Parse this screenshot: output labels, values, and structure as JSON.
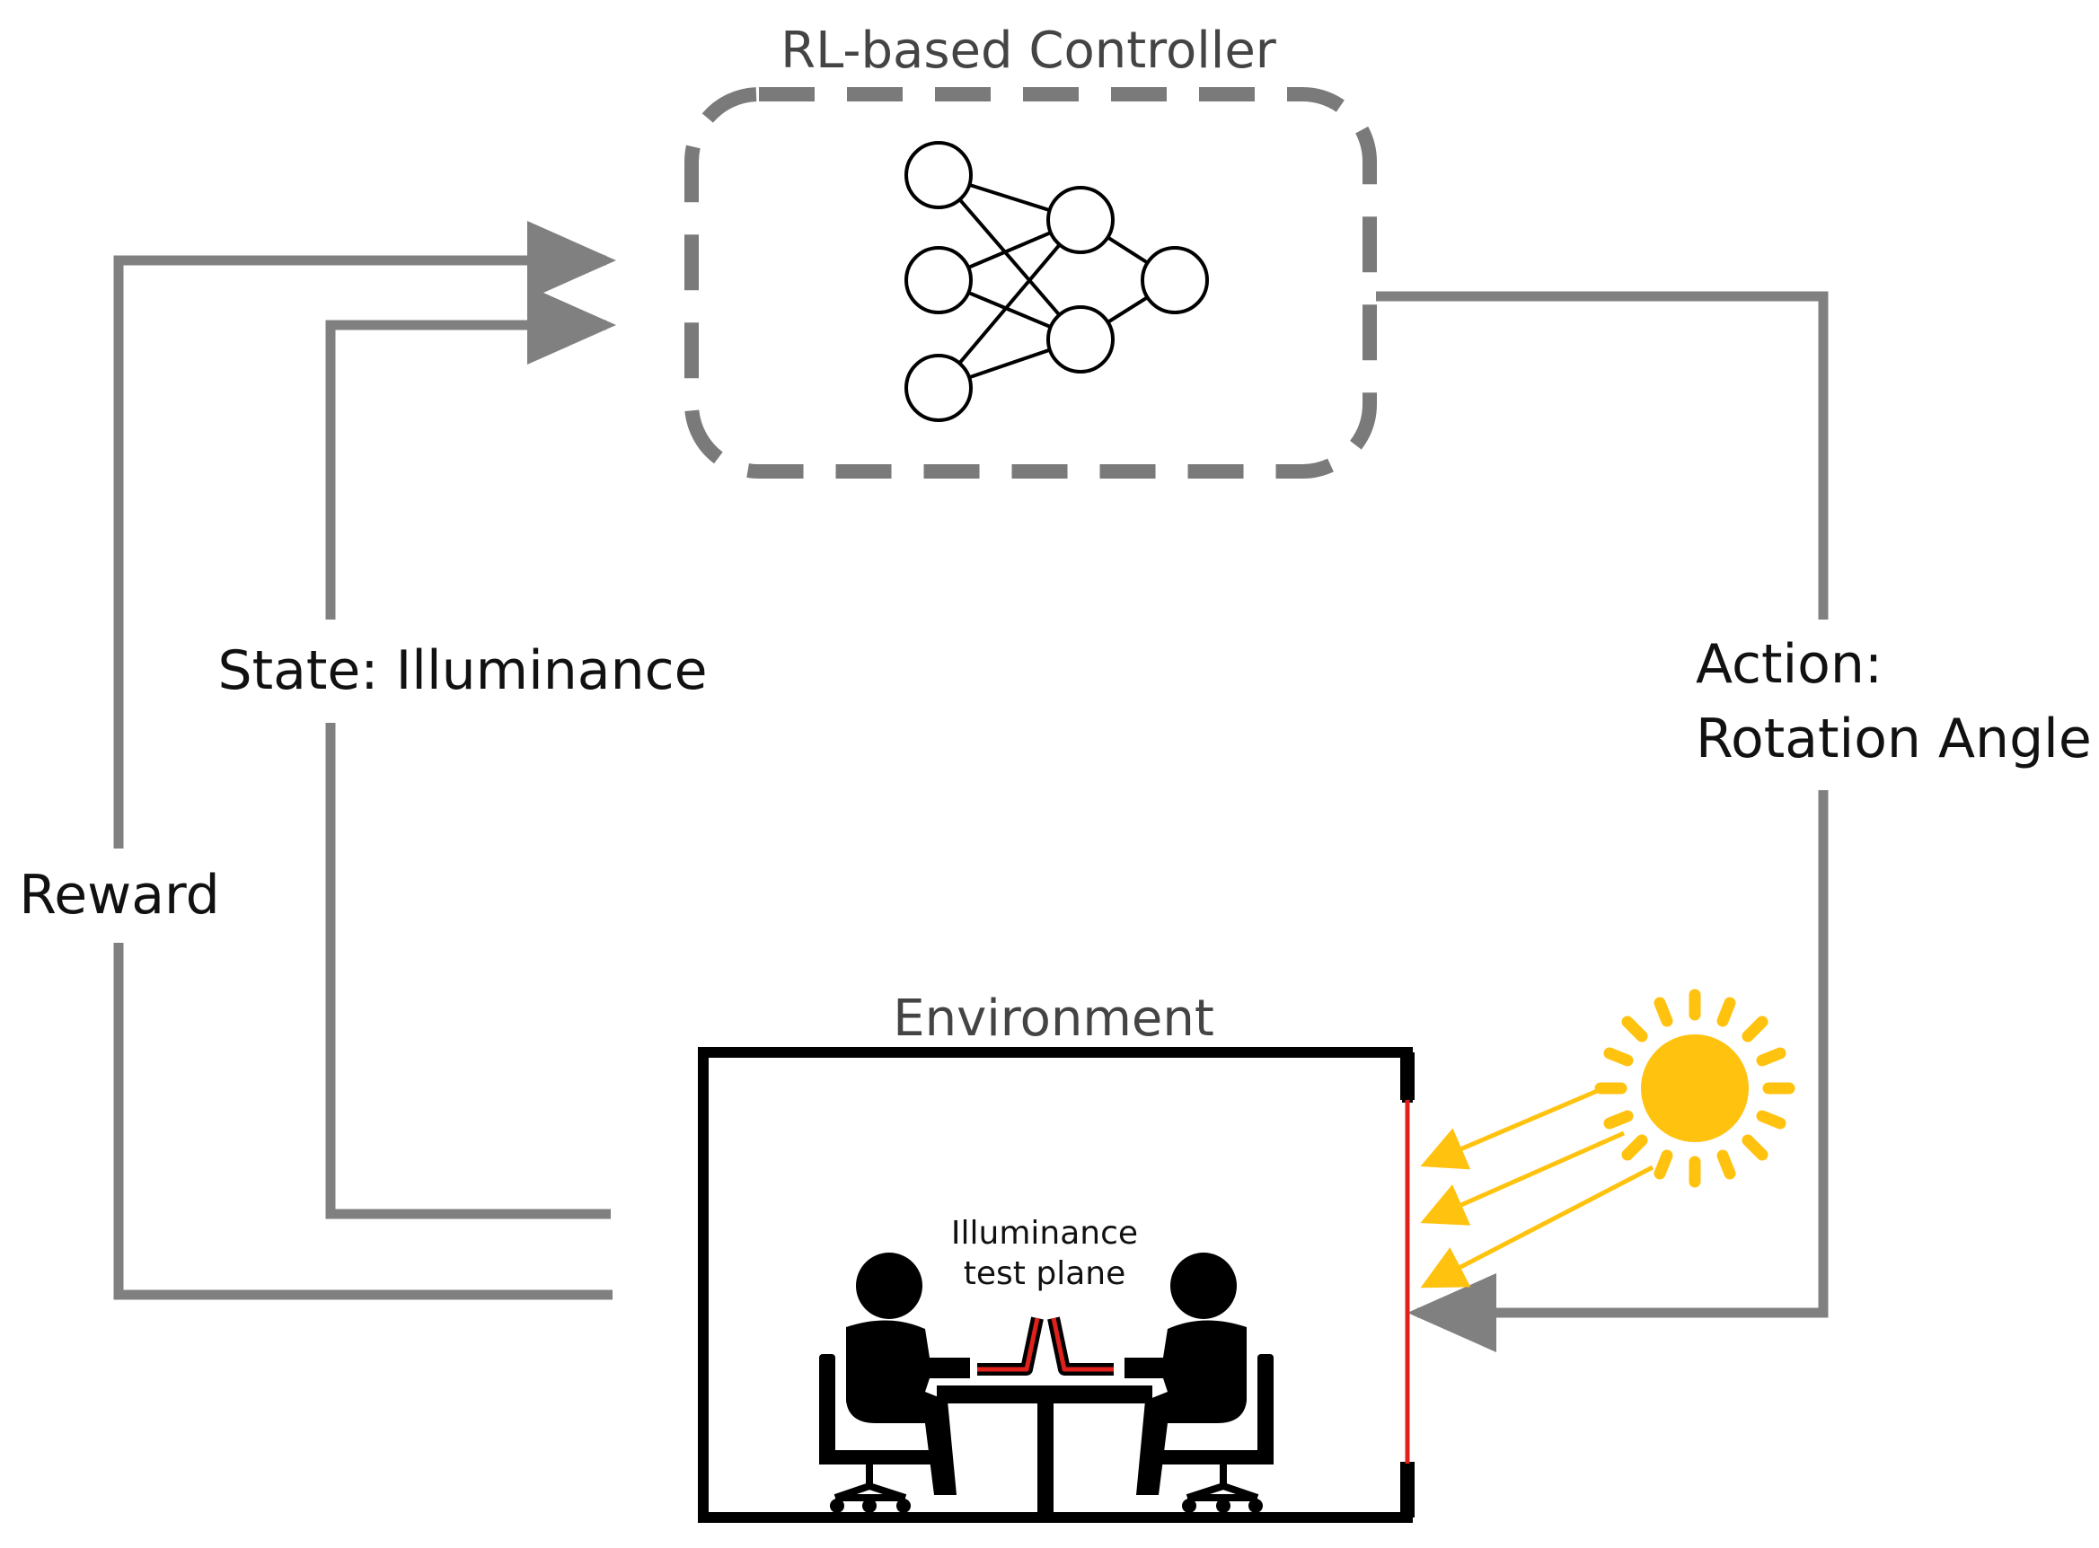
{
  "controller": {
    "title": "RL-based Controller",
    "icon": "neural-network-icon"
  },
  "environment": {
    "title": "Environment",
    "test_plane_label": [
      "Illuminance",
      "test plane"
    ],
    "icons": [
      "sun-icon",
      "person-at-desk-icon",
      "laptop-icon",
      "office-chair-icon",
      "window-icon"
    ]
  },
  "signals": {
    "reward": "Reward",
    "state": "State: Illuminance",
    "action_line1": "Action:",
    "action_line2": "Rotation Angle"
  },
  "colors": {
    "arrow": "#808080",
    "dashed_box": "#7a7a7a",
    "window": "#e0201a",
    "sun": "#ffc20e",
    "sun_rays": "#ffc20e",
    "ink": "#000000"
  }
}
